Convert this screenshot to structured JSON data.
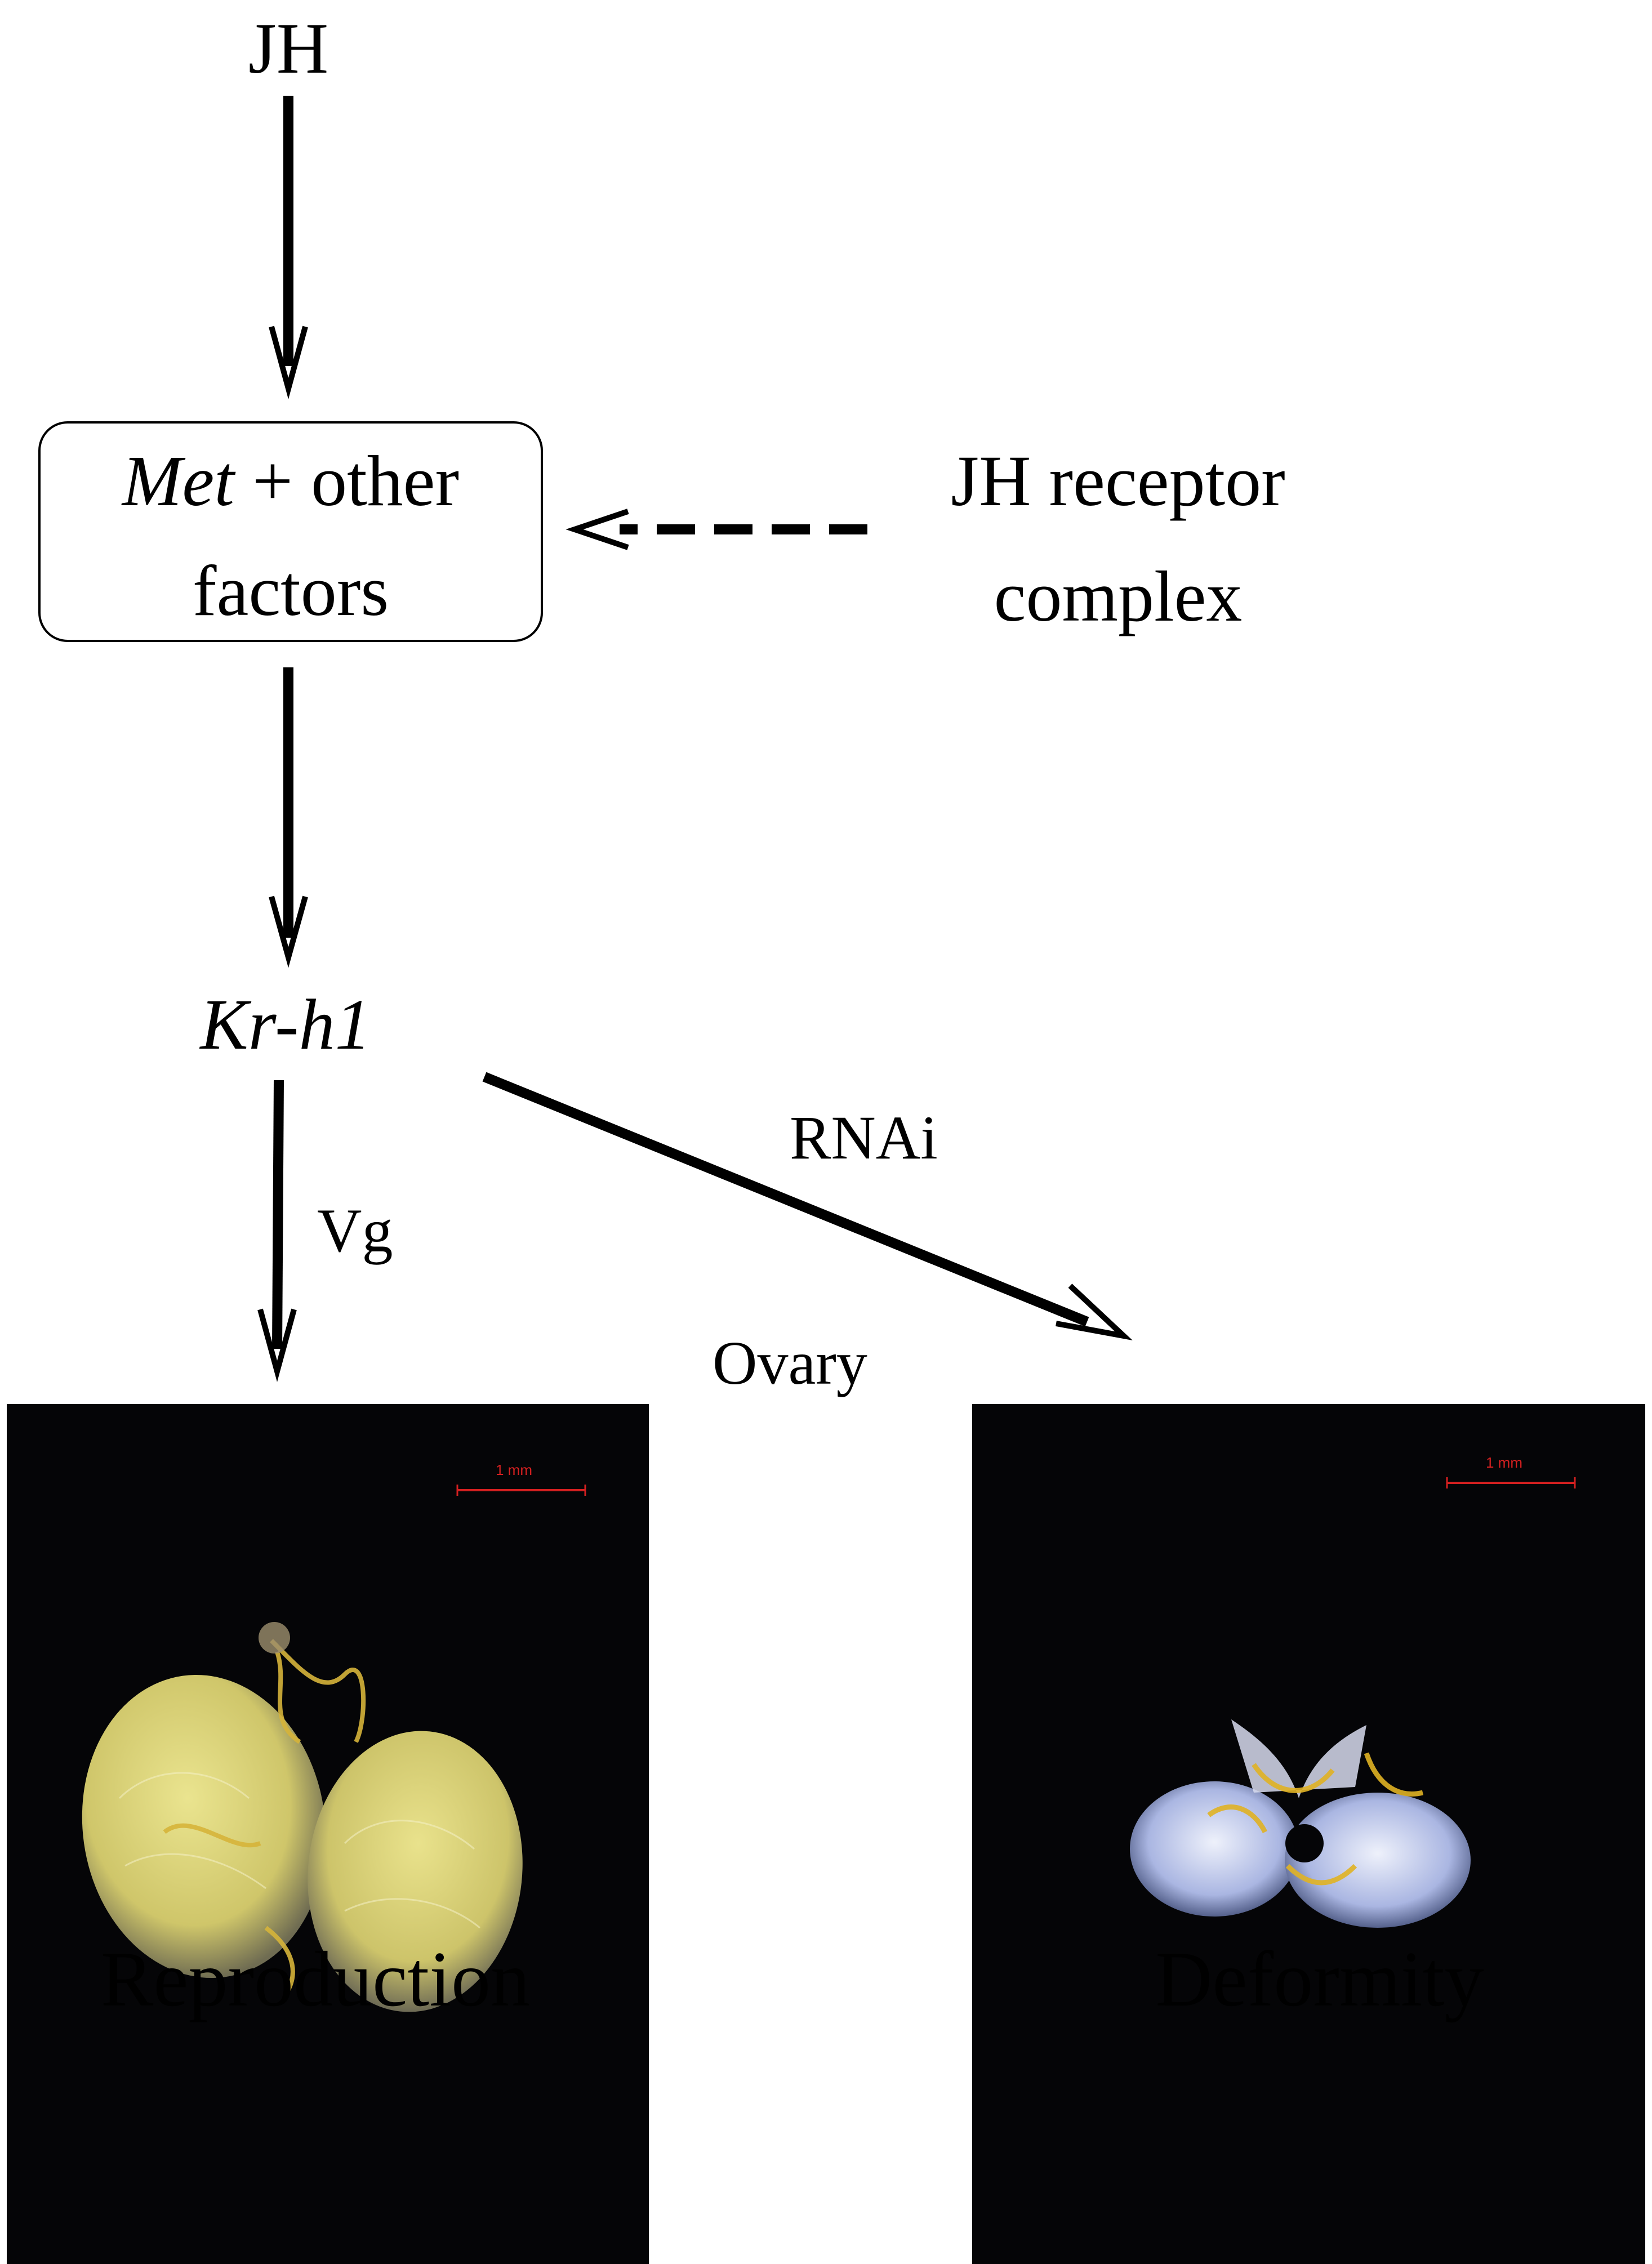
{
  "nodes": {
    "jh": "JH",
    "met_italic": "Met",
    "met_rest": " + other",
    "met_line2": "factors",
    "receptor_line1": "JH receptor",
    "receptor_line2": "complex",
    "krh1": "Kr-h1",
    "reproduction": "Reproduction",
    "deformity": "Deformity"
  },
  "edge_labels": {
    "vg": "Vg",
    "rnai": "RNAi",
    "ovary": "Ovary"
  },
  "images": {
    "left_scale": "1 mm",
    "right_scale": "1 mm"
  },
  "colors": {
    "scale_bar": "#d42020",
    "photo_bg": "#050507",
    "ovary_yellow": "#e6e08a",
    "deformed_blue": "#c8d2f0"
  }
}
